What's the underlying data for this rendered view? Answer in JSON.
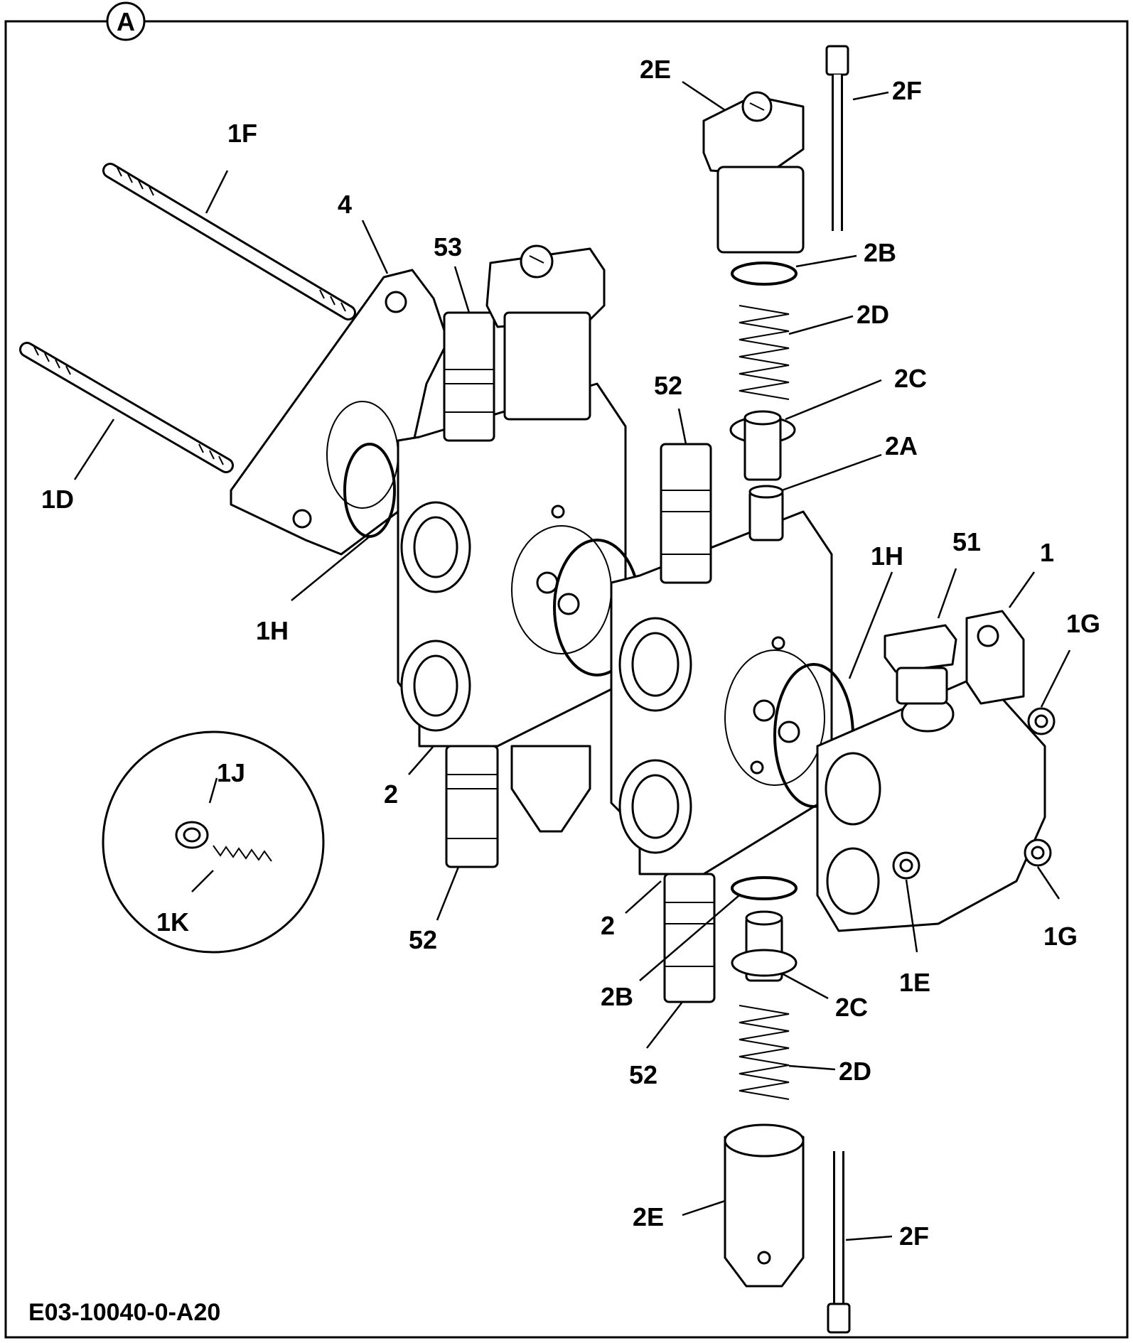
{
  "view_marker": "A",
  "drawing_code": "E03-10040-0-A20",
  "callouts": {
    "c_2E_top": "2E",
    "c_2F_top": "2F",
    "c_1F": "1F",
    "c_4": "4",
    "c_53": "53",
    "c_2B_top": "2B",
    "c_2D_top": "2D",
    "c_2C_top": "2C",
    "c_52_top": "52",
    "c_2A": "2A",
    "c_1D": "1D",
    "c_1H_left": "1H",
    "c_1H_right": "1H",
    "c_51": "51",
    "c_1": "1",
    "c_1G_top": "1G",
    "c_2_left": "2",
    "c_1J": "1J",
    "c_1K": "1K",
    "c_52_left": "52",
    "c_2_right": "2",
    "c_1G_bottom": "1G",
    "c_1E": "1E",
    "c_2B_bottom": "2B",
    "c_2C_bottom": "2C",
    "c_52_bottom": "52",
    "c_2D_bottom": "2D",
    "c_2E_bottom": "2E",
    "c_2F_bottom": "2F"
  }
}
